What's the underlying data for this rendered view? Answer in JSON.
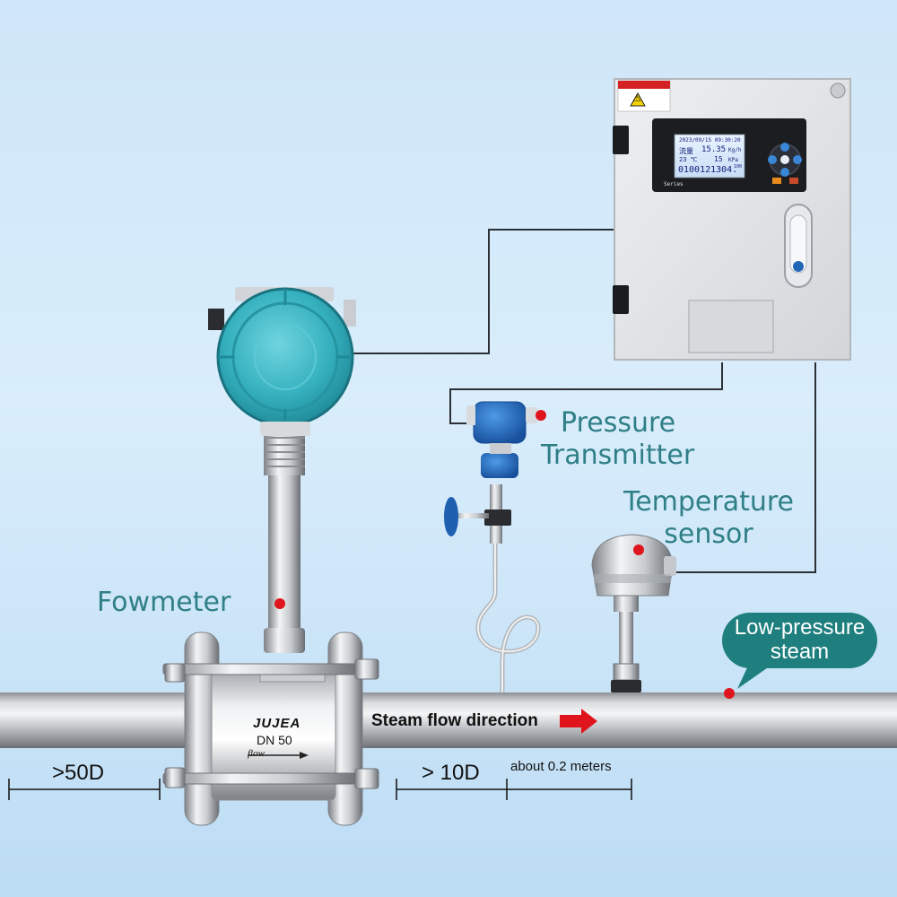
{
  "labels": {
    "flowmeter": "Fowmeter",
    "pressure": [
      "Pressure",
      "Transmitter"
    ],
    "temperature": [
      "Temperature",
      "sensor"
    ],
    "bubble": [
      "Low-pressure",
      "steam"
    ],
    "flow_direction": "Steam flow direction",
    "dim_50d": ">50D",
    "dim_10d": "> 10D",
    "dim_about": "about 0.2 meters"
  },
  "meter_body": {
    "brand": "JUJEA",
    "dn": "DN 50",
    "flow": "flow"
  },
  "controller_screen": {
    "line1": "2023/09/15 09:30:20",
    "line2_label": "流量",
    "line2_value": "15.35",
    "line2_unit": "Kg/h",
    "line3_left": "23 ℃",
    "line3_value": "15",
    "line3_unit": "KPa",
    "line4": "0100121304.",
    "line4_sup": "100",
    "brand": "Series"
  },
  "warning_sign": "⚠",
  "colors": {
    "label_teal": "#2f7f86",
    "bubble_teal": "#1e7f7e",
    "marker_red": "#e0141c",
    "transmitter_blue": "#1f6fc8",
    "head_cyan": "#3ab6c4"
  }
}
